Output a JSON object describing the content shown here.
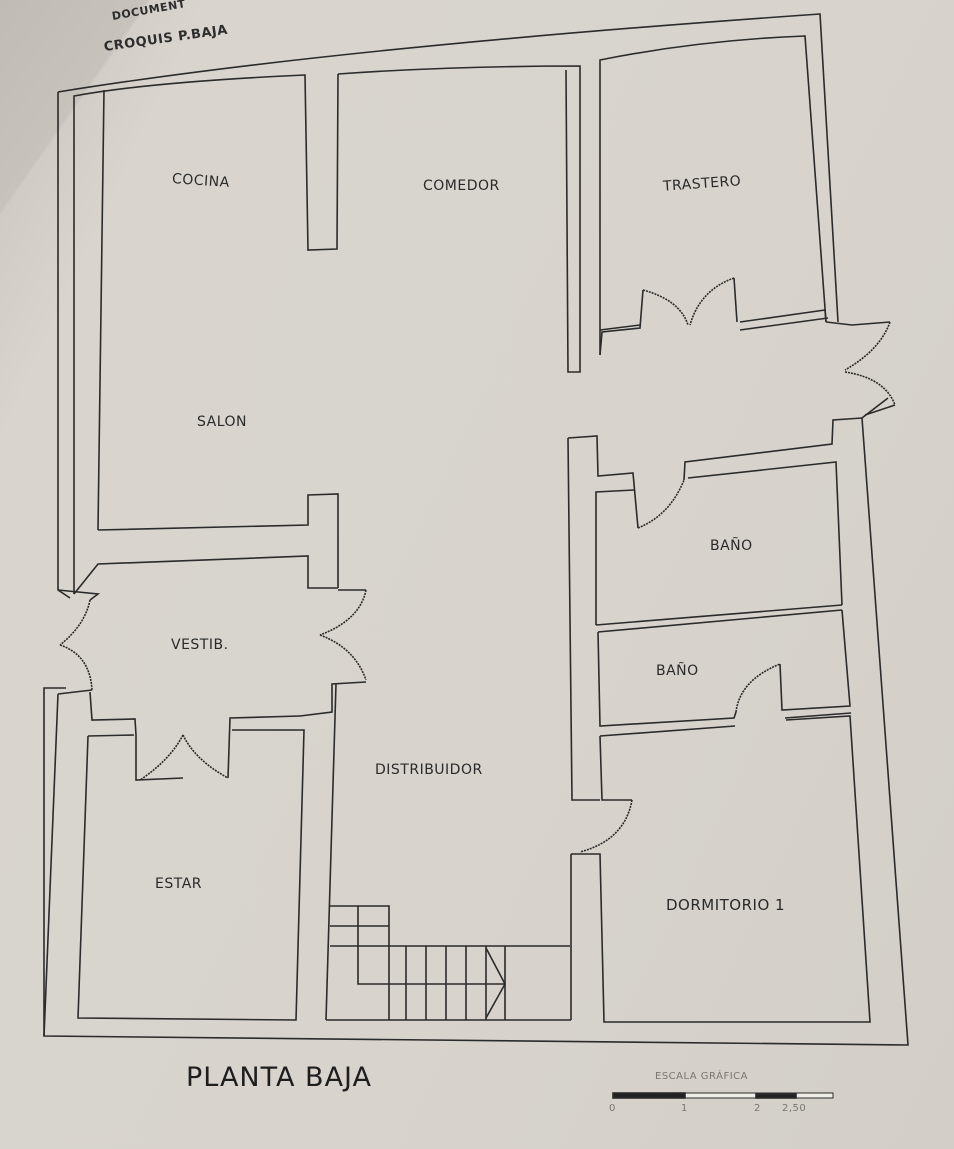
{
  "document": {
    "header_line_1": "DOCUMENT",
    "header_line_2": "CROQUIS P.BAJA",
    "plan_title": "PLANTA BAJA"
  },
  "rooms": [
    {
      "id": "cocina",
      "label": "COCINA"
    },
    {
      "id": "comedor",
      "label": "COMEDOR"
    },
    {
      "id": "trastero",
      "label": "TRASTERO"
    },
    {
      "id": "salon",
      "label": "SALON"
    },
    {
      "id": "vestibulo",
      "label": "VESTIB."
    },
    {
      "id": "bano-1",
      "label": "BAÑO"
    },
    {
      "id": "bano-2",
      "label": "BAÑO"
    },
    {
      "id": "distribuidor",
      "label": "DISTRIBUIDOR"
    },
    {
      "id": "estar",
      "label": "ESTAR"
    },
    {
      "id": "dormitorio-1",
      "label": "DORMITORIO 1"
    }
  ],
  "scale_bar": {
    "title": "ESCALA GRÁFICA",
    "ticks": [
      "0",
      "1",
      "2",
      "2,50"
    ],
    "unit": "m"
  },
  "colors": {
    "paper": "#d6d1cb",
    "line": "#2b2b2b",
    "text": "#2a2a2a",
    "scale_text": "#7a7672"
  }
}
